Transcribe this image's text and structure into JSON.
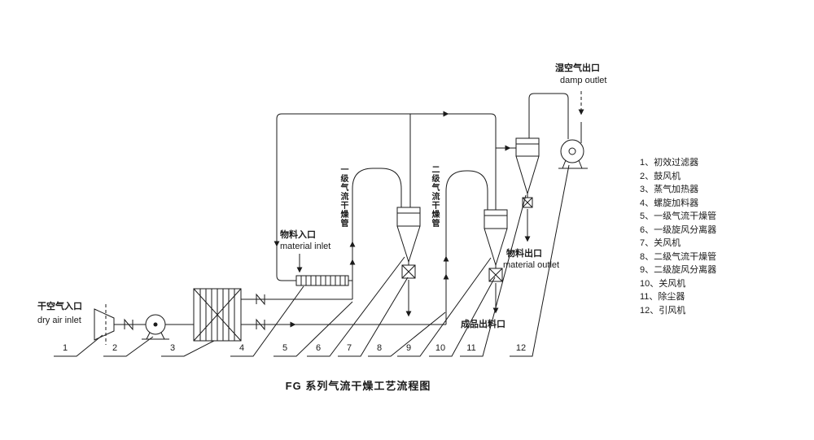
{
  "title": "FG 系列气流干燥工艺流程图",
  "labels": {
    "dry_air_inlet_cn": "干空气入口",
    "dry_air_inlet_en": "dry air inlet",
    "material_inlet_cn": "物料入口",
    "material_inlet_en": "material inlet",
    "stage1_pipe": "一级气流干燥管",
    "stage2_pipe": "二级气流干燥管",
    "damp_outlet_cn": "湿空气出口",
    "damp_outlet_en": "damp outlet",
    "material_outlet_cn": "物料出口",
    "material_outlet_en": "material outlet",
    "product_outlet_cn": "成品出料口"
  },
  "legend": {
    "items": [
      "1、初效过滤器",
      "2、鼓风机",
      "3、蒸气加热器",
      "4、螺旋加料器",
      "5、一级气流干燥管",
      "6、一级旋风分离器",
      "7、关风机",
      "8、二级气流干燥管",
      "9、二级旋风分离器",
      "10、关风机",
      "11、除尘器",
      "12、引风机"
    ]
  },
  "callouts": [
    "1",
    "2",
    "3",
    "4",
    "5",
    "6",
    "7",
    "8",
    "9",
    "10",
    "11",
    "12"
  ],
  "colors": {
    "line": "#1a1a1a",
    "background": "#ffffff"
  }
}
